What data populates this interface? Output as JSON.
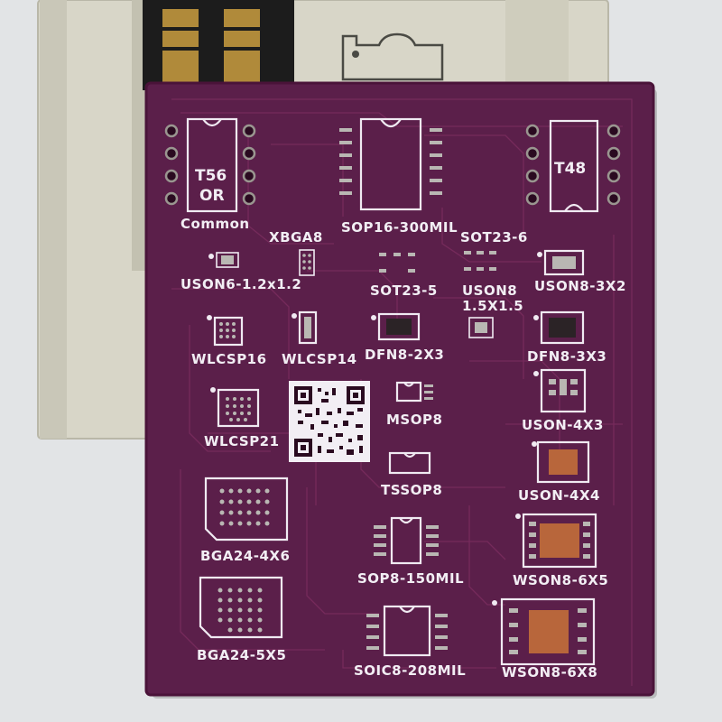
{
  "board": {
    "colors": {
      "pcb": "#5b1f4a",
      "silkscreen": "#f2eef4",
      "socket": "#d8d6c8",
      "lever": "#1c1c1c",
      "background": "#e2e4e6",
      "copper": "#b8663b"
    },
    "labels": {
      "t56_line1": "T56",
      "t56_line2": "OR",
      "common": "Common",
      "t48": "T48",
      "xbga8": "XBGA8",
      "sop16": "SOP16-300MIL",
      "sot23_6": "SOT23-6",
      "uson6": "USON6-1.2x1.2",
      "sot23_5": "SOT23-5",
      "uson8_a": "USON8",
      "uson8_b": "1.5X1.5",
      "uson8_3x2": "USON8-3X2",
      "wlcsp16": "WLCSP16",
      "wlcsp14": "WLCSP14",
      "dfn8_2x3": "DFN8-2X3",
      "dfn8_3x3": "DFN8-3X3",
      "msop8": "MSOP8",
      "uson_4x3": "USON-4X3",
      "wlcsp21": "WLCSP21",
      "tssop8": "TSSOP8",
      "uson_4x4": "USON-4X4",
      "bga24_4x6": "BGA24-4X6",
      "sop8_150": "SOP8-150MIL",
      "wson8_6x5": "WSON8-6X5",
      "bga24_5x5": "BGA24-5X5",
      "soic8_208": "SOIC8-208MIL",
      "wson8_6x8": "WSON8-6X8"
    }
  }
}
